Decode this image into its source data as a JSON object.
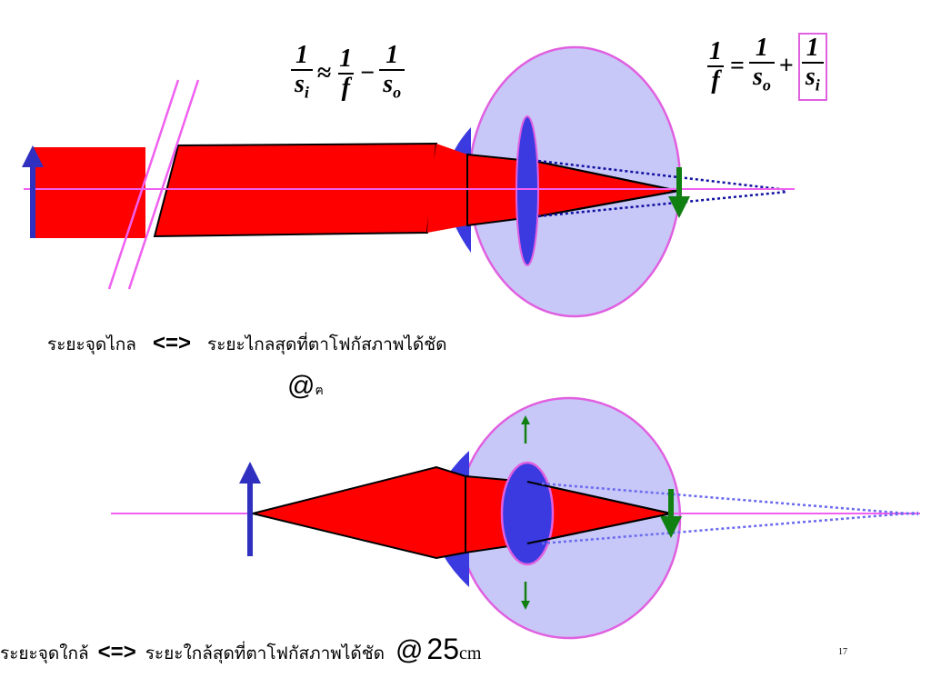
{
  "equations": {
    "top_left": {
      "lhs_num": "1",
      "lhs_den": "s",
      "lhs_sub": "i",
      "op1": "≈",
      "t1_num": "1",
      "t1_den": "f",
      "op2": "−",
      "t2_num": "1",
      "t2_den": "s",
      "t2_sub": "o"
    },
    "top_right": {
      "lhs_num": "1",
      "lhs_den": "f",
      "op1": "=",
      "t1_num": "1",
      "t1_den": "s",
      "t1_sub": "o",
      "op2": "+",
      "t2_num": "1",
      "t2_den": "s",
      "t2_sub": "i"
    }
  },
  "far_point": {
    "term": "ระยะจุดไกล",
    "arrow": "<=>",
    "definition": "ระยะไกลสุดที่ตาโฟกัสภาพได้ชัด",
    "at": "@",
    "value": "ฅ"
  },
  "near_point": {
    "term": "ระยะจุดใกล้",
    "arrow": "<=>",
    "definition": "ระยะใกล้สุดที่ตาโฟกัสภาพได้ชัด",
    "at": "@",
    "value": "25",
    "unit": "cm"
  },
  "page_number": "17",
  "colors": {
    "eyeball_fill": "#c8c8f8",
    "eyeball_stroke": "#e060e0",
    "ray_fill": "#ff0000",
    "lens_fill": "#3a3ae0",
    "axis": "#f060f0",
    "object_arrow": "#3030c0",
    "image_arrow": "#108010"
  }
}
